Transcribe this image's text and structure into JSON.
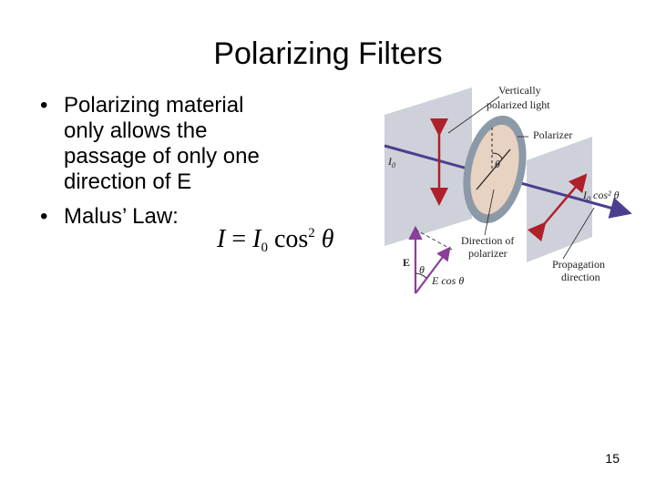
{
  "slide": {
    "title": "Polarizing Filters",
    "bullets": [
      {
        "marker": "•",
        "lines": [
          "Polarizing material",
          "only allows the",
          "passage of only one",
          "direction of E"
        ]
      },
      {
        "marker": "•",
        "lines": [
          "Malus’ Law:"
        ]
      }
    ],
    "formula": {
      "I": "I",
      "eq": " = ",
      "I0": "I",
      "sub0": "0",
      "cos": " cos",
      "sup2": "2",
      "theta": " θ"
    },
    "page_number": "15"
  },
  "diagram": {
    "label_vertically_1": "Vertically",
    "label_vertically_2": "polarized light",
    "label_polarizer": "Polarizer",
    "label_i0": "I",
    "label_i0_sub": "0",
    "label_theta_center": "θ",
    "label_i0cos_I": "I",
    "label_i0cos_sub": "0",
    "label_i0cos_rest": " cos² θ",
    "label_direction_1": "Direction of",
    "label_direction_2": "polarizer",
    "label_E": "E",
    "label_theta_vec": "θ",
    "label_ecos": "E cos θ",
    "label_propagation_1": "Propagation",
    "label_propagation_2": "direction",
    "colors": {
      "panel": "#c9ccd6",
      "filter_ring": "#8c9aa8",
      "filter_fill": "#e8d2c2",
      "beam": "#4a3f8f",
      "arrow_red": "#b0202a",
      "vector": "#8a3f9a"
    }
  }
}
